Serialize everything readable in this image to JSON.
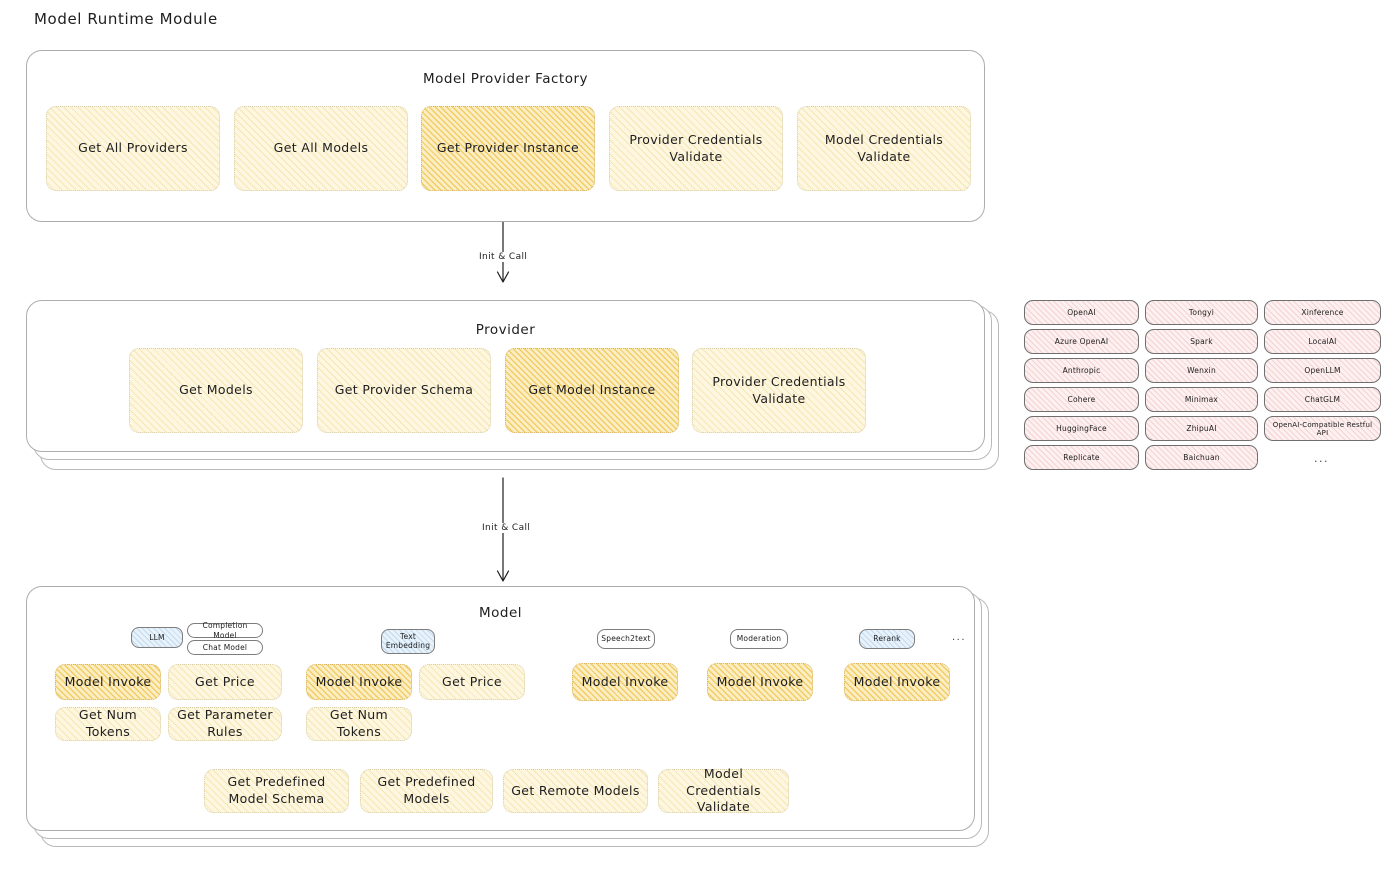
{
  "page": {
    "title": "Model Runtime Module",
    "ellipsis": "..."
  },
  "factory": {
    "title": "Model Provider Factory",
    "boxes": [
      {
        "label": "Get All Providers",
        "highlight": false
      },
      {
        "label": "Get All Models",
        "highlight": false
      },
      {
        "label": "Get Provider Instance",
        "highlight": true
      },
      {
        "label": "Provider Credentials Validate",
        "highlight": false
      },
      {
        "label": "Model Credentials Validate",
        "highlight": false
      }
    ]
  },
  "arrows": [
    {
      "label": "Init & Call"
    },
    {
      "label": "Init & Call"
    }
  ],
  "provider": {
    "title": "Provider",
    "boxes": [
      {
        "label": "Get Models",
        "highlight": false
      },
      {
        "label": "Get Provider Schema",
        "highlight": false
      },
      {
        "label": "Get Model Instance",
        "highlight": true
      },
      {
        "label": "Provider Credentials Validate",
        "highlight": false
      }
    ]
  },
  "provider_list": {
    "columns": [
      {
        "items": [
          "OpenAI",
          "Azure OpenAI",
          "Anthropic",
          "Cohere",
          "HuggingFace",
          "Replicate"
        ]
      },
      {
        "items": [
          "Tongyi",
          "Spark",
          "Wenxin",
          "Minimax",
          "ZhipuAI",
          "Baichuan"
        ]
      },
      {
        "items": [
          "Xinference",
          "LocalAI",
          "OpenLLM",
          "ChatGLM",
          "OpenAI-Compatible Restful API"
        ]
      }
    ],
    "more": "..."
  },
  "model": {
    "title": "Model",
    "more": "...",
    "types": [
      {
        "name": "LLM",
        "sub_pills": [
          "Completion Model",
          "Chat Model"
        ],
        "boxes": [
          {
            "label": "Model Invoke",
            "highlight": true
          },
          {
            "label": "Get Price",
            "highlight": false
          },
          {
            "label": "Get Num Tokens",
            "highlight": false
          },
          {
            "label": "Get Parameter Rules",
            "highlight": false
          }
        ]
      },
      {
        "name": "Text Embedding",
        "sub_pills": [],
        "boxes": [
          {
            "label": "Model Invoke",
            "highlight": true
          },
          {
            "label": "Get Price",
            "highlight": false
          },
          {
            "label": "Get Num Tokens",
            "highlight": false
          }
        ]
      },
      {
        "name": "Speech2text",
        "sub_pills": [],
        "boxes": [
          {
            "label": "Model Invoke",
            "highlight": true
          }
        ]
      },
      {
        "name": "Moderation",
        "sub_pills": [],
        "boxes": [
          {
            "label": "Model Invoke",
            "highlight": true
          }
        ]
      },
      {
        "name": "Rerank",
        "sub_pills": [],
        "boxes": [
          {
            "label": "Model Invoke",
            "highlight": true
          }
        ]
      }
    ],
    "common_boxes": [
      {
        "label": "Get Predefined Model Schema"
      },
      {
        "label": "Get Predefined Models"
      },
      {
        "label": "Get Remote Models"
      },
      {
        "label": "Model Credentials Validate"
      }
    ]
  },
  "colors": {
    "highlight_fill": "#fbeec4",
    "light_fill": "#fdf6e0",
    "pill_blue": "#e7f2fb",
    "chip_pink": "#fdf0f0",
    "stroke": "#1e1e1e"
  }
}
